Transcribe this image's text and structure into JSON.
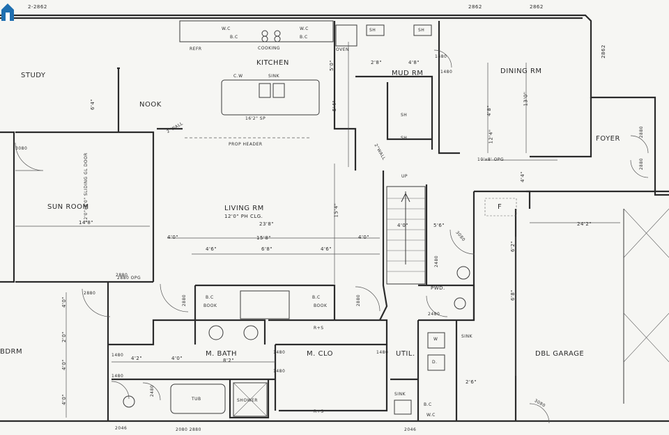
{
  "rooms": {
    "study": "STUDY",
    "kitchen": "KITCHEN",
    "nook": "NOOK",
    "mud_rm": "MUD RM",
    "dining_rm": "DINING RM",
    "foyer": "FOYER",
    "sun_room": "SUN ROOM",
    "living_rm": "LIVING RM",
    "living_sub": "12'0\" PH CLG.",
    "bdrm": "BDRM",
    "m_bath": "M. BATH",
    "m_clo": "M. CLO",
    "util": "UTIL.",
    "pwd": "PWD.",
    "dbl_garage": "DBL GARAGE"
  },
  "fixtures": {
    "refr": "REFR",
    "cooking": "COOKING",
    "oven": "OVEN",
    "wc1": "W.C",
    "wc2": "W.C",
    "bc1": "B.C",
    "bc2": "B.C",
    "sh1": "SH",
    "sh2": "SH",
    "sh3": "SH",
    "sh4": "SH",
    "cw": "C.W",
    "sink": "SINK",
    "sqft": "16'2\" SP",
    "bc_book": "BOOK",
    "bc_book_label": "B.C",
    "bc_book2": "BOOK",
    "bc_book2_label": "B.C",
    "tub": "TUB",
    "shower": "SHOWER",
    "rs1": "R+S",
    "rs2": "R+S",
    "w": "W",
    "d": "D.",
    "sink2": "SINK",
    "sink3": "SINK",
    "wc3": "W.C",
    "bc3": "B.C",
    "f": "F",
    "up": "UP",
    "prop_header": "PROP HEADER",
    "sliding_door": "12'0\"x8'0\" SLIDING GL DOOR",
    "opg1": "2880 OPG",
    "opg2": "10'x8' OPG",
    "wall2": "2\"WALL",
    "wall3": "2\"WALL",
    "door2880": "2880",
    "door3080": "3080"
  },
  "dimensions": {
    "d_top_left": "2-2862",
    "d_top_mid": "2862",
    "d_top_right": "2862",
    "d_right_side": "2862",
    "d_kitchen_v": "5'0\"",
    "d_mud_v": "4'8\"",
    "d_mud_h": "2'8\"",
    "d_1480_a": "1480",
    "d_1480_b": "1480",
    "d_study_v": "6'4\"",
    "d_nook_v": "5'4\"",
    "d_dining_w": "12'4\"",
    "d_dining_h": "13'0\"",
    "d_dining_v": "4'8\"",
    "d_foyer_v": "4'4\"",
    "d_sunroom_w": "14'8\"",
    "d_living_w": "23'8\"",
    "d_living_w2": "15'8\"",
    "d_living_v": "15'4\"",
    "d_4_0_a": "4'0\"",
    "d_4_0_b": "4'0\"",
    "d_4_0_c": "4'0\"",
    "d_4_6_a": "4'6\"",
    "d_4_6_b": "4'6\"",
    "d_6_8": "6'8\"",
    "d_stair_w": "4'0\"",
    "d_5_6": "5'6\"",
    "d_3080_b": "3080",
    "d_garage_w": "24'2\"",
    "d_garage_v1": "6'2\"",
    "d_garage_v2": "6'8\"",
    "d_2480": "2480",
    "d_2480b": "2480",
    "d_bath_w1": "4'2\"",
    "d_bath_w2": "4'0\"",
    "d_bath_w3": "8'2\"",
    "d_4_0_d": "4'0\"",
    "d_2_0": "2'0\"",
    "d_4_0_e": "4'0\"",
    "d_4_0_f": "4'0\"",
    "d_1480_c": "1480",
    "d_1480_d": "1480",
    "d_1480_e": "1480",
    "d_1480_f": "1480",
    "d_1480_g": "1480",
    "d_2_6": "2'6\"",
    "d_2880_a": "2880",
    "d_2880_b": "2880",
    "d_2880_c": "2880",
    "d_2480_c": "2480",
    "d_3080_c": "3080",
    "d_bottom_1": "2046",
    "d_bottom_2": "2080 2880",
    "d_bottom_3": "2046",
    "d_foyer_door": "2880",
    "d_foyer_door2": "2880"
  }
}
